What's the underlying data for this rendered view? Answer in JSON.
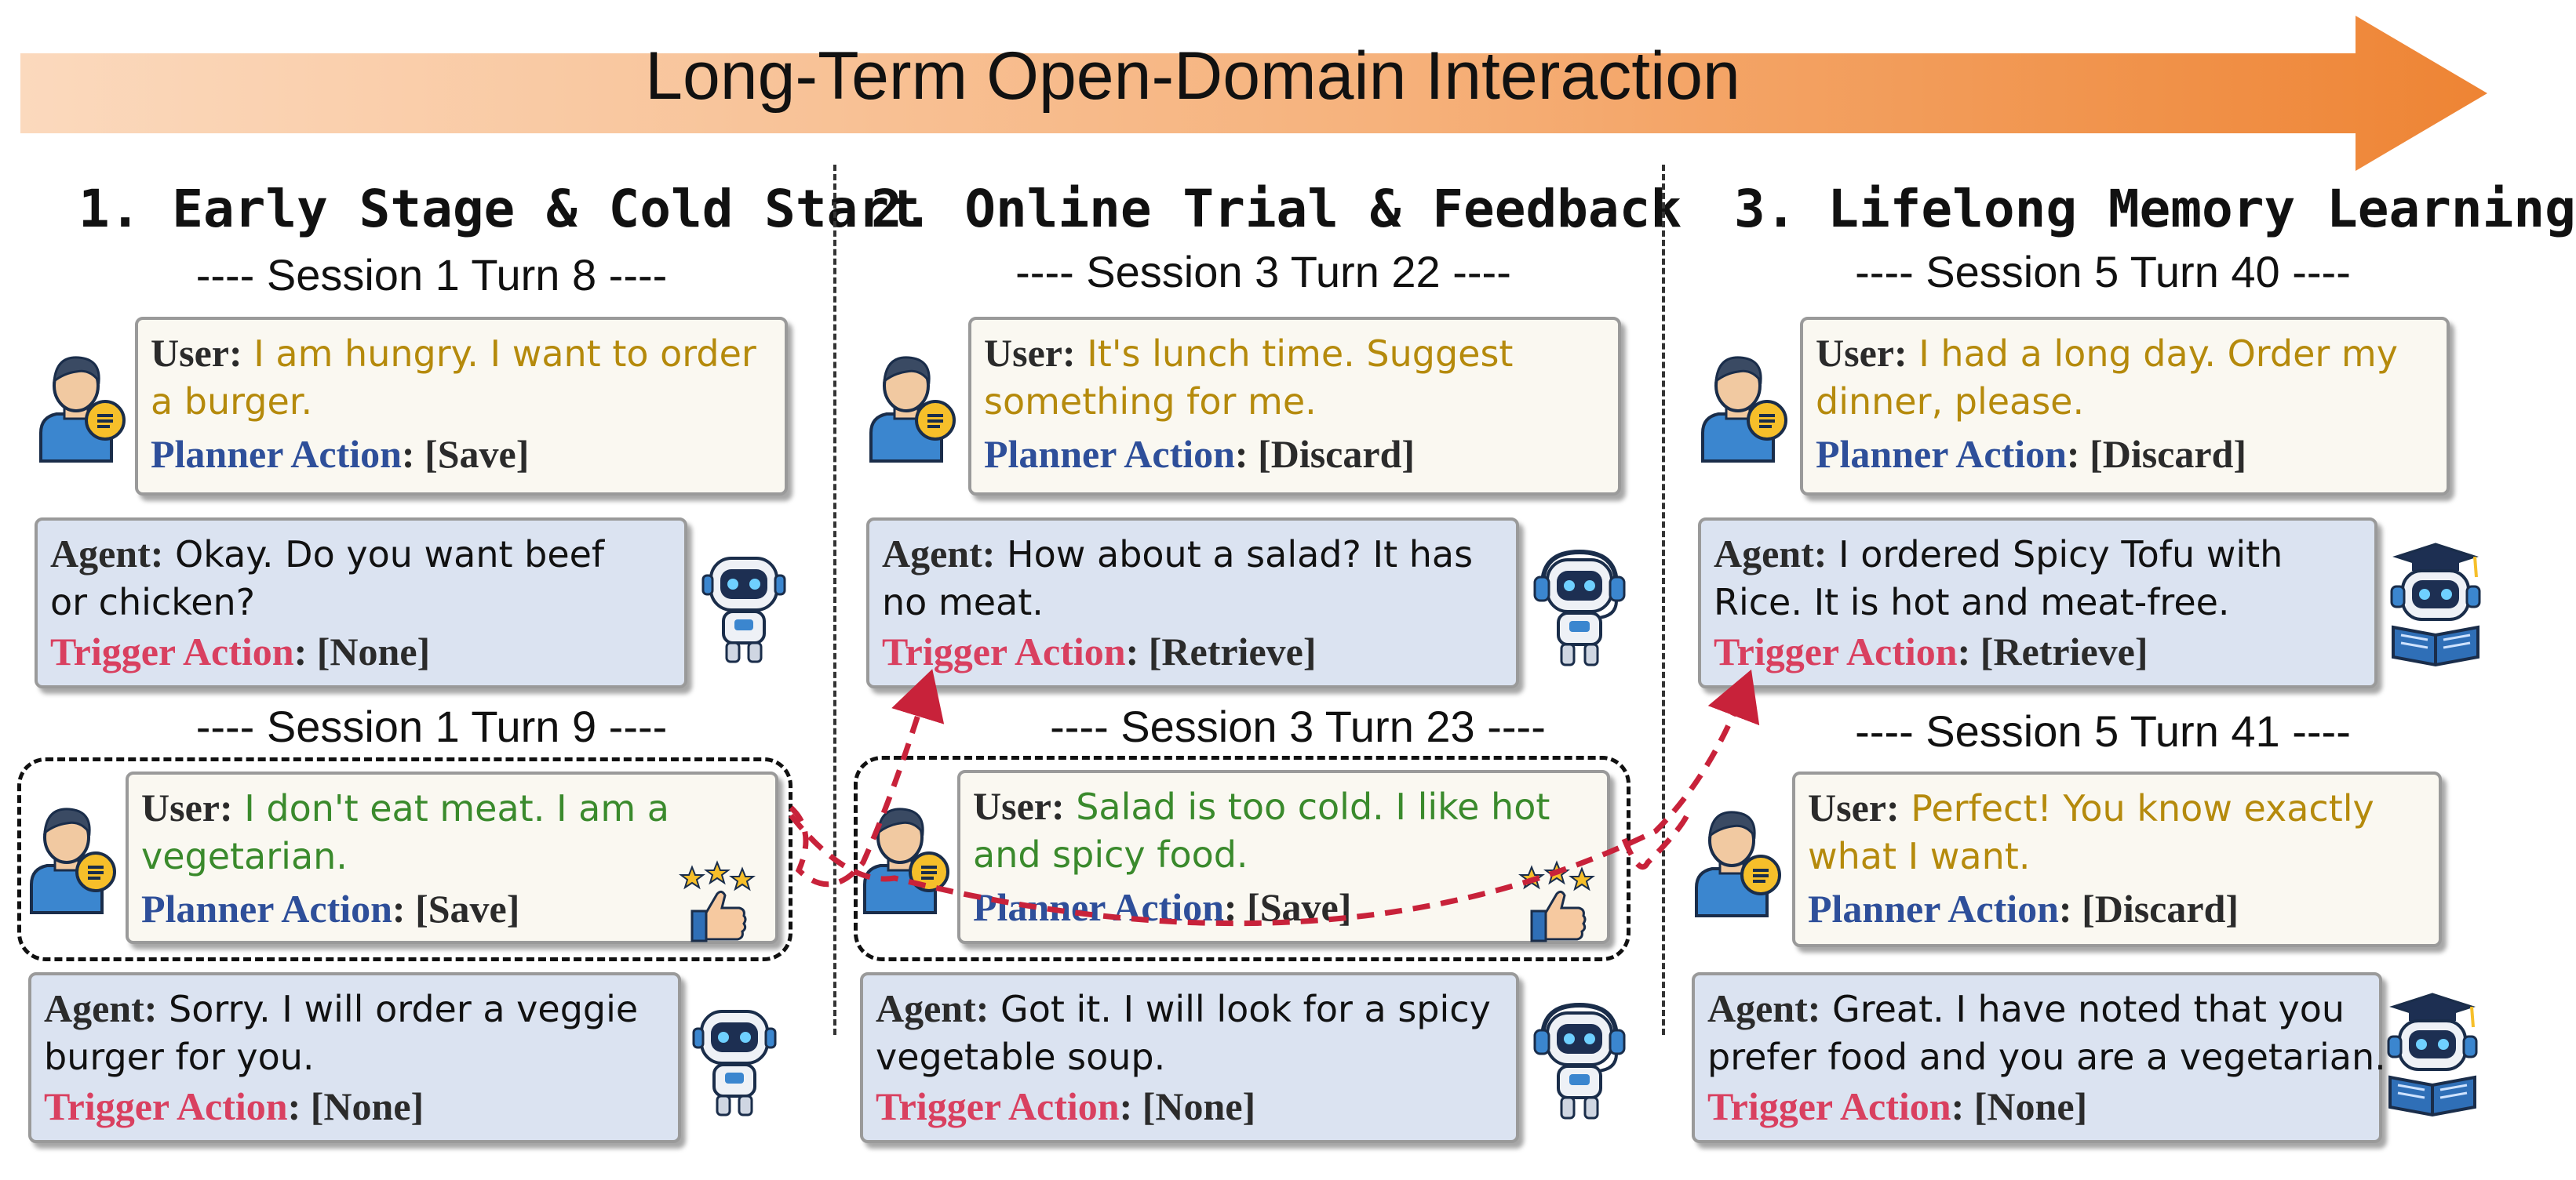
{
  "banner": {
    "title": "Long-Term Open-Domain Interaction",
    "gradient_start": "#fbd9bd",
    "gradient_end": "#ef8a3a"
  },
  "stages": [
    {
      "title": "1. Early Stage & Cold Start",
      "blocks": [
        {
          "session": "---- Session 1 Turn 8 ----",
          "user": {
            "label": "User:",
            "lines": [
              " I am hungry. I want to order",
              "a burger."
            ],
            "color": "gold"
          },
          "planner": {
            "label": "Planner Action",
            "value": ": [Save]"
          },
          "agent": {
            "label": "Agent:",
            "lines": [
              " Okay. Do you want beef",
              "or chicken?"
            ]
          },
          "trigger": {
            "label": "Trigger Action",
            "value": ": [None]"
          }
        },
        {
          "session": "---- Session 1 Turn 9 ----",
          "user": {
            "label": "User:",
            "lines": [
              " I don't eat meat. I am a",
              "vegetarian."
            ],
            "color": "green"
          },
          "planner": {
            "label": "Planner Action",
            "value": ": [Save]"
          },
          "agent": {
            "label": "Agent:",
            "lines": [
              " Sorry. I will order a veggie",
              "burger for you."
            ]
          },
          "trigger": {
            "label": "Trigger Action",
            "value": ": [None]"
          }
        }
      ]
    },
    {
      "title": "2. Online Trial & Feedback",
      "blocks": [
        {
          "session": "---- Session 3 Turn 22 ----",
          "user": {
            "label": "User:",
            "lines": [
              " It's lunch time. Suggest",
              "something for me."
            ],
            "color": "gold"
          },
          "planner": {
            "label": "Planner Action",
            "value": ": [Discard]"
          },
          "agent": {
            "label": "Agent:",
            "lines": [
              " How about a salad? It has",
              "no meat."
            ]
          },
          "trigger": {
            "label": "Trigger Action",
            "value": ": [Retrieve]"
          }
        },
        {
          "session": "---- Session 3 Turn 23 ----",
          "user": {
            "label": "User:",
            "lines": [
              " Salad is too cold. I like hot",
              "and spicy food."
            ],
            "color": "green"
          },
          "planner": {
            "label": "Planner Action",
            "value": ": [Save]"
          },
          "agent": {
            "label": "Agent:",
            "lines": [
              " Got it. I will look for a spicy",
              "vegetable soup."
            ]
          },
          "trigger": {
            "label": "Trigger Action",
            "value": ": [None]"
          }
        }
      ]
    },
    {
      "title": "3. Lifelong Memory Learning",
      "blocks": [
        {
          "session": "---- Session 5 Turn 40 ----",
          "user": {
            "label": "User:",
            "lines": [
              " I had a long day. Order my",
              "dinner, please."
            ],
            "color": "gold"
          },
          "planner": {
            "label": "Planner Action",
            "value": ": [Discard]"
          },
          "agent": {
            "label": "Agent:",
            "lines": [
              " I ordered Spicy Tofu with",
              "Rice. It is hot and meat-free."
            ]
          },
          "trigger": {
            "label": "Trigger Action",
            "value": ": [Retrieve]"
          }
        },
        {
          "session": "---- Session 5 Turn 41 ----",
          "user": {
            "label": "User:",
            "lines": [
              " Perfect! You know exactly",
              "what I want."
            ],
            "color": "gold"
          },
          "planner": {
            "label": "Planner Action",
            "value": ": [Discard]"
          },
          "agent": {
            "label": "Agent:",
            "lines": [
              " Great. I have noted that you",
              "prefer food and you are a vegetarian."
            ]
          },
          "trigger": {
            "label": "Trigger Action",
            "value": ": [None]"
          }
        }
      ]
    }
  ],
  "colors": {
    "user_box": "#faf8f1",
    "agent_box": "#dbe3f1",
    "planner": "#2e4f9a",
    "trigger": "#d94060",
    "msg_gold": "#b58a0c",
    "msg_green": "#3a8a2c",
    "arrow": "#c8223a"
  },
  "icons": [
    "user-chat-icon",
    "robot-icon",
    "robot-headset-icon",
    "robot-graduate-icon",
    "thumbs-up-stars-icon"
  ]
}
